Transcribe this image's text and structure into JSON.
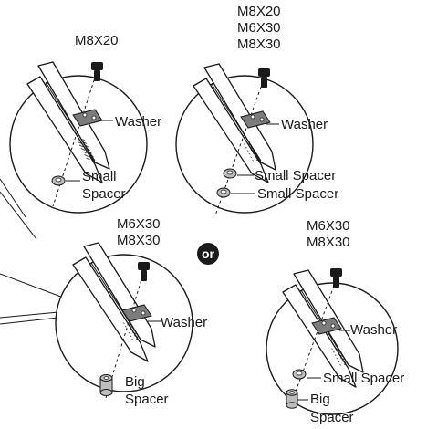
{
  "panels": [
    {
      "bolts": [
        "M8X20"
      ],
      "washer": "Washer",
      "spacer_lines": [
        "Small",
        "Spacer"
      ]
    },
    {
      "bolts": [
        "M8X20",
        "M6X30",
        "M8X30"
      ],
      "washer": "Washer",
      "spacer_a": "Small Spacer",
      "spacer_b": "Small Spacer"
    },
    {
      "bolts": [
        "M6X30",
        "M8X30"
      ],
      "washer": "Washer",
      "spacer_lines": [
        "Big",
        "Spacer"
      ]
    },
    {
      "bolts": [
        "M6X30",
        "M8X30"
      ],
      "washer": "Washer",
      "spacer_a": "Small Spacer",
      "spacer_b_lines": [
        "Big",
        "Spacer"
      ]
    }
  ],
  "or_badge": "or",
  "colors": {
    "ink": "#1a1a1a",
    "washer": "#7c7c7c",
    "spacer": "#bdbdbd",
    "badge": "#1a1a1a"
  }
}
